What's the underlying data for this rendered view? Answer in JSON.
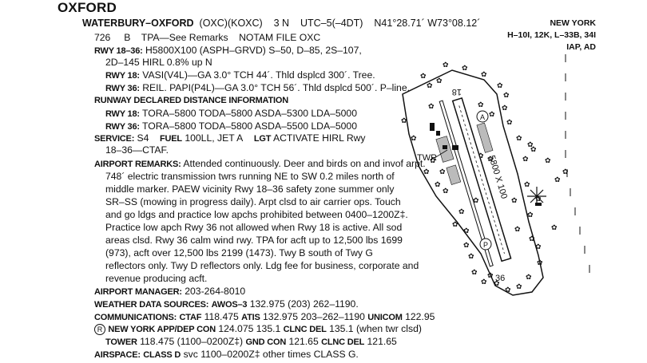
{
  "city": "OXFORD",
  "airport": {
    "name": "WATERBURY–OXFORD",
    "ids": "(OXC)(KOXC)",
    "dist": "3 N",
    "utc": "UTC–5(–4DT)",
    "coords": "N41°28.71´ W73°08.12´",
    "elev": "726",
    "fuel_class": "B",
    "tpa": "TPA—See Remarks",
    "notam": "NOTAM FILE OXC"
  },
  "right_block": {
    "state": "NEW YORK",
    "charts": "H–10I, 12K, L–33B, 34I",
    "iap": "IAP, AD"
  },
  "runway": {
    "rwy_label": "RWY 18–36:",
    "rwy_desc": "H5800X100 (ASPH–GRVD)  S–50, D–85, 2S–107,",
    "rwy_desc2": "2D–145   HIRL   0.8% up N",
    "rwy18_label": "RWY 18:",
    "rwy18_text": "VASI(V4L)—GA 3.0° TCH 44´. Thld dsplcd 300´. Tree.",
    "rwy36_label": "RWY 36:",
    "rwy36_text": "REIL. PAPI(P4L)—GA 3.0° TCH 56´. Thld dsplcd 500´. P–line."
  },
  "declared": {
    "title": "RUNWAY DECLARED DISTANCE INFORMATION",
    "r18_label": "RWY 18:",
    "r18_text": "TORA–5800   TODA–5800   ASDA–5300   LDA–5000",
    "r36_label": "RWY 36:",
    "r36_text": "TORA–5800   TODA–5800   ASDA–5500   LDA–5000"
  },
  "service": {
    "label": "SERVICE:",
    "s": "S4",
    "fuel_label": "FUEL",
    "fuel": "100LL, JET A",
    "lgt_label": "LGT",
    "lgt": "ACTIVATE HIRL Rwy",
    "lgt2": "18–36—CTAF."
  },
  "remarks": {
    "label": "AIRPORT REMARKS:",
    "lines": [
      "Attended continuously. Deer and birds on and invof arpt.",
      "748´ electric transmission twrs running NE to SW 0.2 miles north of",
      "middle marker. PAEW vicinity Rwy 18–36 safety zone summer only",
      "SR–SS (mowing in progress daily). Arpt clsd to air carrier ops. Touch",
      "and go ldgs and practice low apchs prohibited between 0400–1200Z‡.",
      "Practice low apch Rwy 36 not allowed when Rwy 18 is active. All sod",
      "areas clsd. Rwy 36 calm wind rwy. TPA for acft up to 12,500 lbs 1699",
      "(973), acft over 12,500 lbs 2199 (1473). Twy B south of Twy G",
      "reflectors only. Twy D reflectors only. Ldg fee for business, corporate and",
      "revenue producing acft."
    ]
  },
  "manager": {
    "label": "AIRPORT MANAGER:",
    "value": "203-264-8010"
  },
  "weather": {
    "label": "WEATHER DATA SOURCES:",
    "awos": "AWOS–3",
    "value": "132.975 (203) 262–1190."
  },
  "comms": {
    "label": "COMMUNICATIONS:",
    "ctaf_label": "CTAF",
    "ctaf": "118.475",
    "atis_label": "ATIS",
    "atis": "132.975 203–262–1190",
    "unicom_label": "UNICOM",
    "unicom": "122.95"
  },
  "app": {
    "symbol": "R",
    "label": "NEW YORK APP/DEP CON",
    "value": "124.075 135.1",
    "clnc_label": "CLNC DEL",
    "clnc": "135.1 (when twr clsd)"
  },
  "tower": {
    "label": "TOWER",
    "value": "118.475 (1100–0200Z‡)",
    "gnd_label": "GND CON",
    "gnd": "121.65",
    "clnc_label": "CLNC DEL",
    "clnc": "121.65"
  },
  "airspace": {
    "label": "AIRSPACE:",
    "cls": "CLASS D",
    "value": "svc 1100–0200Z‡ other times CLASS G."
  },
  "diagram": {
    "rwy_dims": "5800 X 100",
    "rwy_north": "18",
    "rwy_south": "36",
    "twr": "TWR",
    "beacon": "A",
    "papi": "P"
  }
}
